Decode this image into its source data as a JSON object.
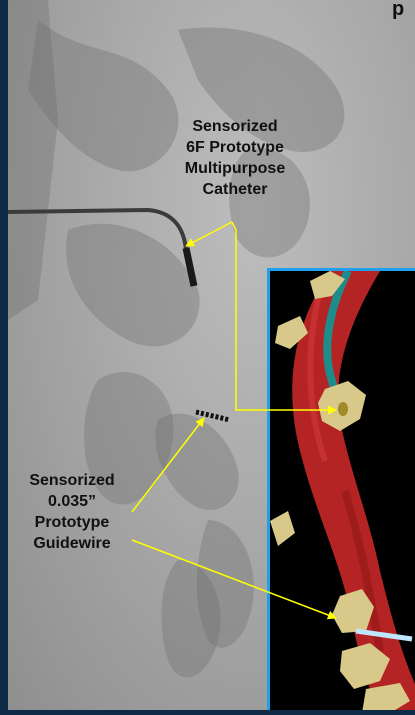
{
  "header": {
    "partial_title": "p"
  },
  "annotations": {
    "catheter": {
      "line1": "Sensorized",
      "line2": "6F Prototype",
      "line3": "Multipurpose",
      "line4": "Catheter"
    },
    "guidewire": {
      "line1": "Sensorized",
      "line2": "0.035”",
      "line3": "Prototype",
      "line4": "Guidewire"
    }
  },
  "colors": {
    "background": "#0f2a47",
    "inset_border": "#1fa0ea",
    "leader_line": "#ffff00",
    "vessel": "#b52424",
    "bone": "#d8c98a",
    "catheter_model": "#1f8c8c"
  }
}
